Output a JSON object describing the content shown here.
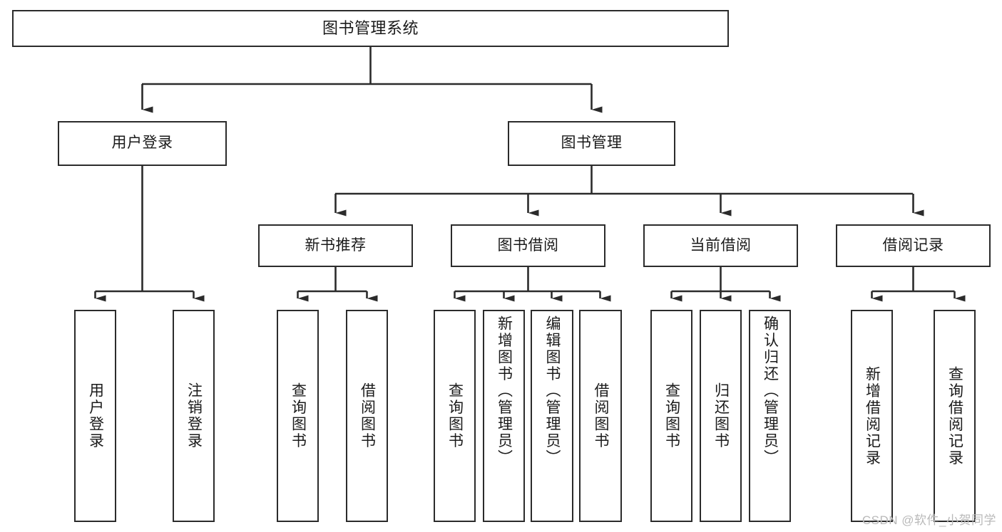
{
  "diagram": {
    "title": "图书管理系统",
    "type": "tree",
    "root": {
      "id": "root",
      "label": "图书管理系统"
    },
    "level2": [
      {
        "id": "user-login",
        "label": "用户登录"
      },
      {
        "id": "book-manage",
        "label": "图书管理"
      }
    ],
    "level3": [
      {
        "id": "new-book-rec",
        "label": "新书推荐",
        "parent": "book-manage"
      },
      {
        "id": "book-borrow",
        "label": "图书借阅",
        "parent": "book-manage"
      },
      {
        "id": "current-borrow",
        "label": "当前借阅",
        "parent": "book-manage"
      },
      {
        "id": "borrow-record",
        "label": "借阅记录",
        "parent": "book-manage"
      }
    ],
    "leaves": [
      {
        "id": "leaf-user-login",
        "label": "用户登录",
        "parent": "user-login"
      },
      {
        "id": "leaf-logout",
        "label": "注销登录",
        "parent": "user-login"
      },
      {
        "id": "leaf-query-book-1",
        "label": "查询图书",
        "parent": "new-book-rec"
      },
      {
        "id": "leaf-borrow-book-1",
        "label": "借阅图书",
        "parent": "new-book-rec"
      },
      {
        "id": "leaf-query-book-2",
        "label": "查询图书",
        "parent": "book-borrow"
      },
      {
        "id": "leaf-add-book",
        "label": "新增图书（管理员）",
        "parent": "book-borrow"
      },
      {
        "id": "leaf-edit-book",
        "label": "编辑图书（管理员）",
        "parent": "book-borrow"
      },
      {
        "id": "leaf-borrow-book-2",
        "label": "借阅图书",
        "parent": "book-borrow"
      },
      {
        "id": "leaf-query-book-3",
        "label": "查询图书",
        "parent": "current-borrow"
      },
      {
        "id": "leaf-return-book",
        "label": "归还图书",
        "parent": "current-borrow"
      },
      {
        "id": "leaf-confirm-return",
        "label": "确认归还（管理员）",
        "parent": "current-borrow"
      },
      {
        "id": "leaf-add-record",
        "label": "新增借阅记录",
        "parent": "borrow-record"
      },
      {
        "id": "leaf-query-record",
        "label": "查询借阅记录",
        "parent": "borrow-record"
      }
    ]
  },
  "watermark": {
    "text": "CSDN @软件_小贺同学"
  },
  "colors": {
    "border": "#2b2b2b",
    "background": "#ffffff",
    "text": "#1a1a1a",
    "watermark": "#b9b9b9"
  }
}
